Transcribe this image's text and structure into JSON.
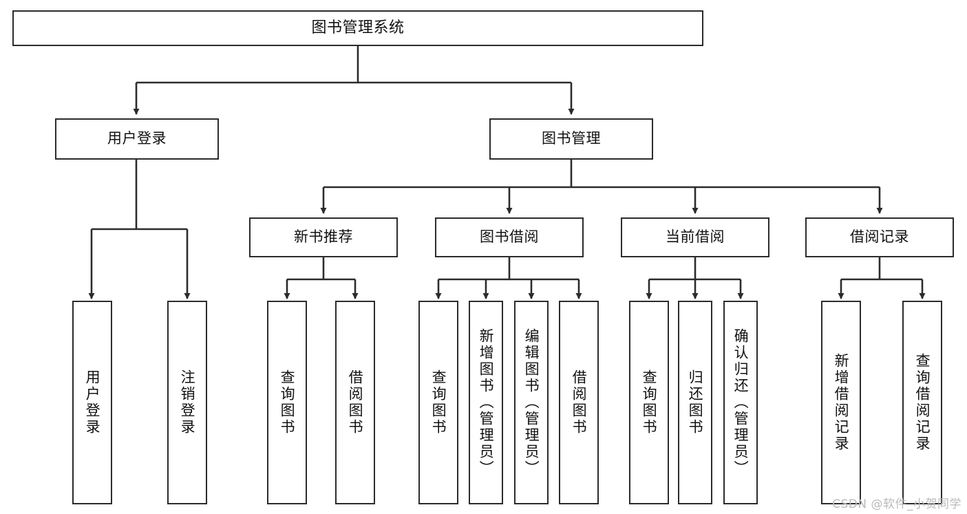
{
  "diagram": {
    "title": "图书管理系统",
    "type": "tree-hierarchy",
    "root": {
      "id": "root",
      "label": "图书管理系统"
    },
    "level2": [
      {
        "id": "user-login",
        "label": "用户登录"
      },
      {
        "id": "book-manage",
        "label": "图书管理"
      }
    ],
    "level3": [
      {
        "id": "new-book-recommend",
        "label": "新书推荐",
        "parent": "book-manage"
      },
      {
        "id": "book-borrow",
        "label": "图书借阅",
        "parent": "book-manage"
      },
      {
        "id": "current-borrow",
        "label": "当前借阅",
        "parent": "book-manage"
      },
      {
        "id": "borrow-record",
        "label": "借阅记录",
        "parent": "book-manage"
      }
    ],
    "leaves": [
      {
        "id": "leaf-user-login",
        "label": "用户登录",
        "parent": "user-login"
      },
      {
        "id": "leaf-logout",
        "label": "注销登录",
        "parent": "user-login"
      },
      {
        "id": "leaf-query-book-1",
        "label": "查询图书",
        "parent": "new-book-recommend"
      },
      {
        "id": "leaf-borrow-book-1",
        "label": "借阅图书",
        "parent": "new-book-recommend"
      },
      {
        "id": "leaf-query-book-2",
        "label": "查询图书",
        "parent": "book-borrow"
      },
      {
        "id": "leaf-add-book",
        "label": "新增图书（管理员）",
        "parent": "book-borrow"
      },
      {
        "id": "leaf-edit-book",
        "label": "编辑图书（管理员）",
        "parent": "book-borrow"
      },
      {
        "id": "leaf-borrow-book-2",
        "label": "借阅图书",
        "parent": "book-borrow"
      },
      {
        "id": "leaf-query-book-3",
        "label": "查询图书",
        "parent": "current-borrow"
      },
      {
        "id": "leaf-return-book",
        "label": "归还图书",
        "parent": "current-borrow"
      },
      {
        "id": "leaf-confirm-return",
        "label": "确认归还（管理员）",
        "parent": "current-borrow"
      },
      {
        "id": "leaf-add-record",
        "label": "新增借阅记录",
        "parent": "borrow-record"
      },
      {
        "id": "leaf-query-record",
        "label": "查询借阅记录",
        "parent": "borrow-record"
      }
    ],
    "watermark": "CSDN @软件_小贺同学",
    "colors": {
      "stroke": "#2b2b2b",
      "background": "#ffffff",
      "text": "#111111",
      "watermark": "#b9b9b9"
    }
  }
}
